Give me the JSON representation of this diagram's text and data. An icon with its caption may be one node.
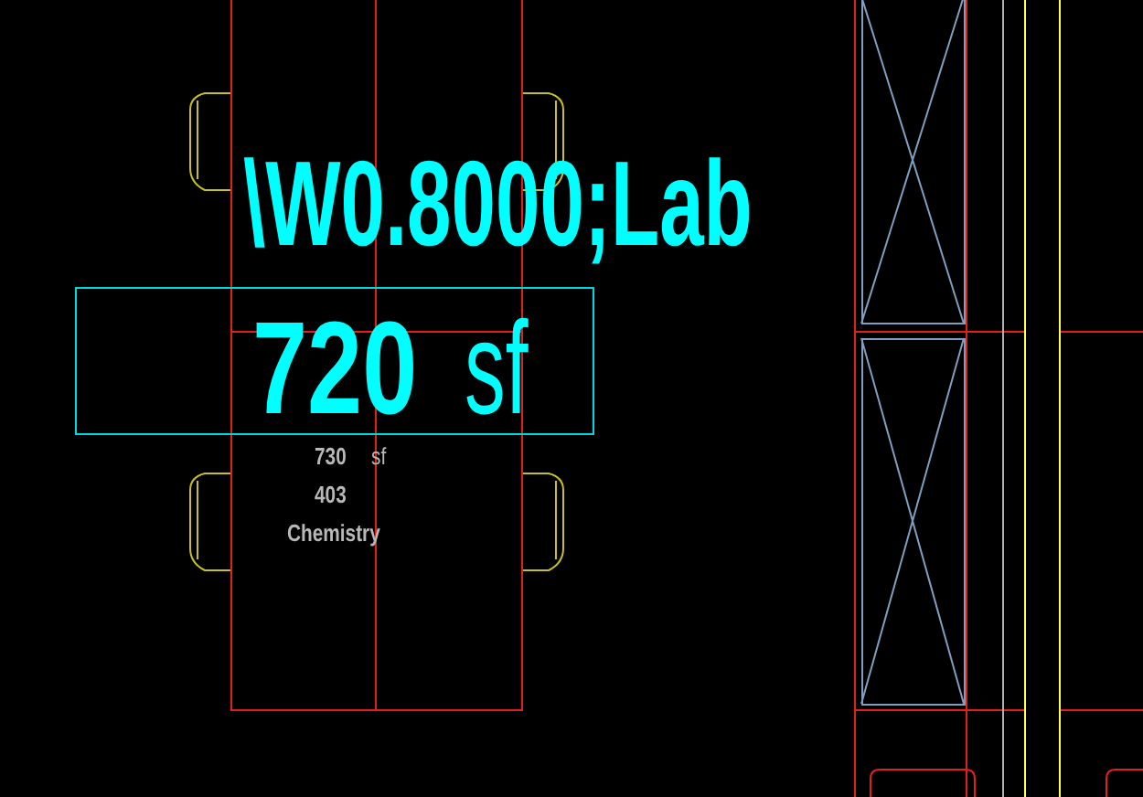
{
  "diagram": {
    "nodes": [
      {
        "text": [
          "720",
          "sf"
        ]
      }
    ],
    "labels": [
      "\\W0.8000;Lab",
      "730",
      "sf",
      "403",
      "Chemistry"
    ]
  }
}
